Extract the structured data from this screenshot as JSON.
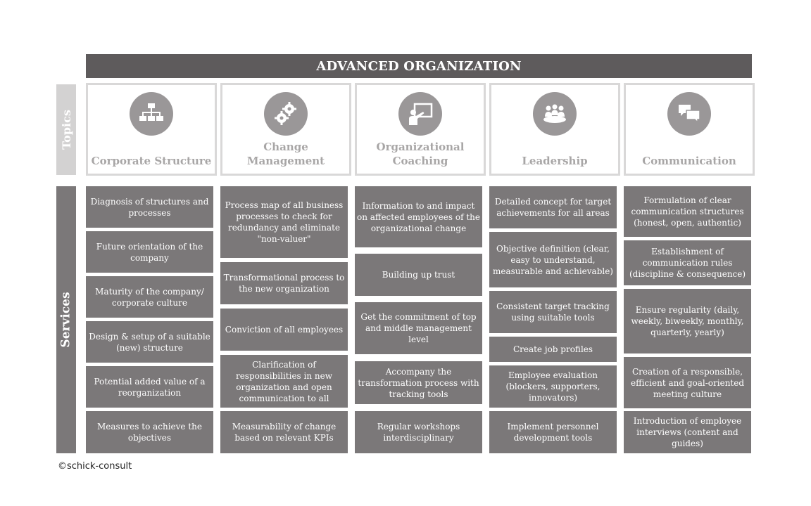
{
  "title": "ADVANCED ORGANIZATION",
  "side_labels": {
    "topics": "Topics",
    "services": "Services"
  },
  "topics": [
    {
      "label": "Corporate Structure",
      "icon": "org-chart-icon"
    },
    {
      "label": "Change Management",
      "icon": "gears-icon"
    },
    {
      "label": "Organizational Coaching",
      "icon": "presentation-board-icon"
    },
    {
      "label": "Leadership",
      "icon": "team-meeting-icon"
    },
    {
      "label": "Communication",
      "icon": "chat-bubbles-icon"
    }
  ],
  "services": [
    [
      "Diagnosis of structures and processes",
      "Future orientation of the company",
      "Maturity of the company/ corporate culture",
      "Design & setup of a suitable (new) structure",
      "Potential added value of a reorganization",
      "Measures to achieve the objectives"
    ],
    [
      "Process map of all business processes to check for redundancy and eliminate \"non-valuer\"",
      "Transformational process to the new organization",
      "Conviction of all employees",
      "Clarification of responsibilities in new organization and open communication to all",
      "Measurability of change based on relevant KPIs"
    ],
    [
      "Information to and impact on affected employees of the organizational change",
      "Building up trust",
      "Get the commitment of top and middle management level",
      "Accompany the transformation process with tracking tools",
      "Regular workshops interdisciplinary"
    ],
    [
      "Detailed concept for target achievements for all areas",
      "Objective definition (clear, easy to understand, measurable and achievable)",
      "Consistent target tracking using suitable tools",
      "Create job profiles",
      "Employee evaluation (blockers, supporters, innovators)",
      "Implement personnel development tools"
    ],
    [
      "Formulation of clear communication structures (honest, open, authentic)",
      "Establishment of communication rules (discipline & consequence)",
      "Ensure regularity (daily, weekly, biweekly, monthly, quarterly, yearly)",
      "Creation of a responsible, efficient and goal-oriented meeting culture",
      "Introduction of employee interviews (content and guides)"
    ]
  ],
  "footer": "©schick-consult",
  "colors": {
    "title_bar": "#5e5b5c",
    "cell": "#7b7879",
    "icon_circle": "#9a9798",
    "topic_text": "#a8a6a6",
    "topics_band": "#d3d2d2"
  }
}
